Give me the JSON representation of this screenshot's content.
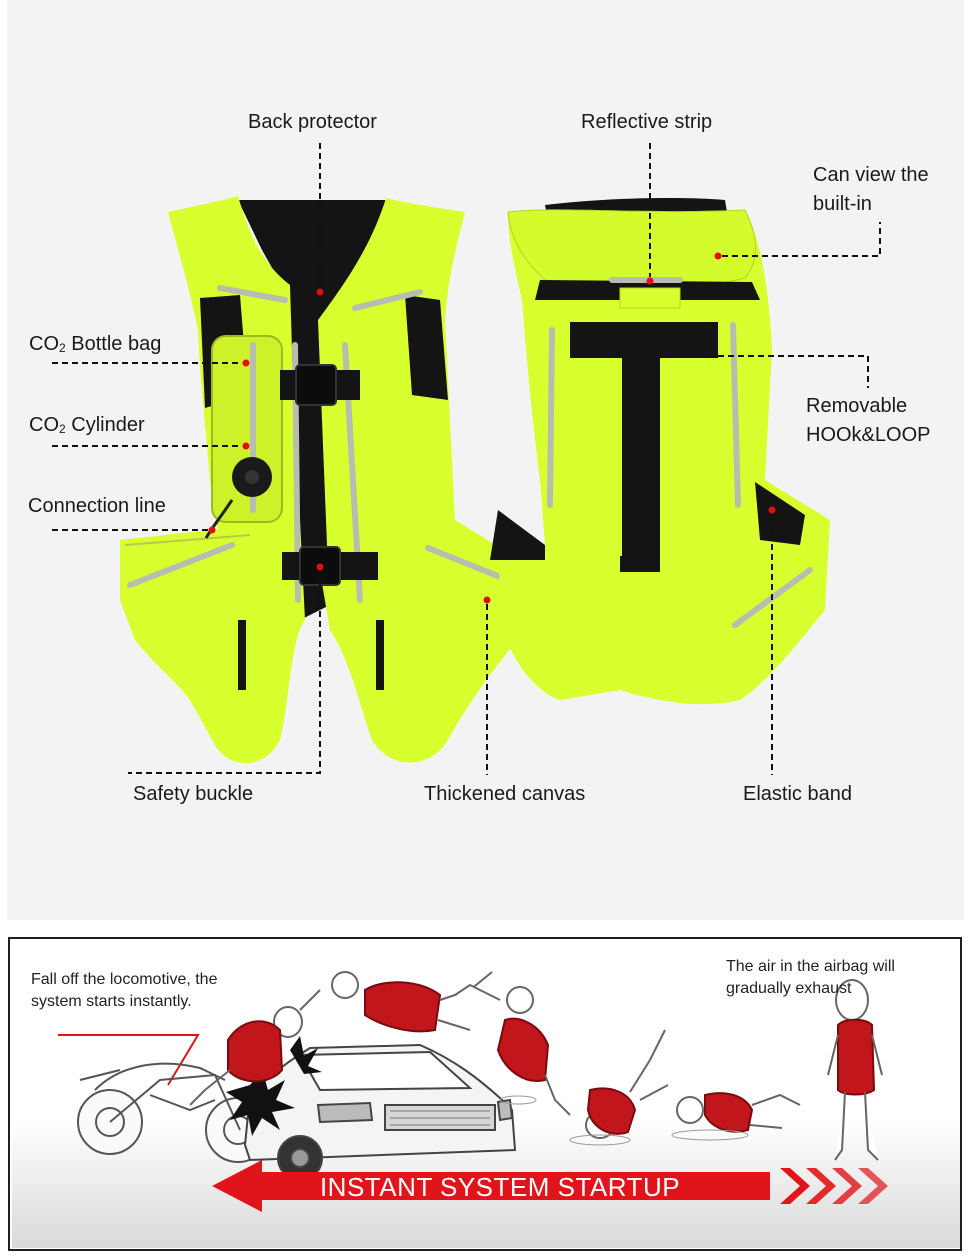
{
  "labels": {
    "back_protector": "Back protector",
    "reflective_strip": "Reflective strip",
    "can_view_1": "Can view the",
    "can_view_2": "built-in",
    "co2_bag_pre": "CO",
    "co2_bag_sub": "2",
    "co2_bag_post": " Bottle bag",
    "co2_cyl_pre": "CO",
    "co2_cyl_sub": "2",
    "co2_cyl_post": " Cylinder",
    "connection_line": "Connection line",
    "removable_1": "Removable",
    "removable_2": "HOOk&LOOP",
    "safety_buckle": "Safety buckle",
    "thickened_canvas": "Thickened canvas",
    "elastic_band": "Elastic band"
  },
  "sequence": {
    "caption_left_1": "Fall off the locomotive, the",
    "caption_left_2": "system starts instantly.",
    "caption_right_1": "The air in the airbag will",
    "caption_right_2": "gradually exhaust",
    "banner": "INSTANT SYSTEM STARTUP"
  },
  "colors": {
    "vest": "#d8ff2e",
    "strap": "#111111",
    "reflective": "#b9bdb0",
    "marker": "#e01010",
    "airbag": "#c0161c",
    "arrow": "#e0141a",
    "panel_bg": "#f3f3f3"
  }
}
